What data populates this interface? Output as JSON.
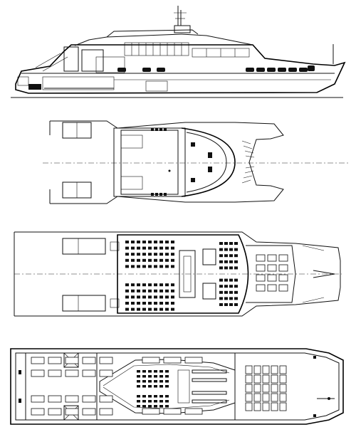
{
  "drawing": {
    "views": [
      {
        "id": "profile",
        "name": "side-elevation"
      },
      {
        "id": "upper-deck",
        "name": "upper-deck-plan"
      },
      {
        "id": "passenger-deck",
        "name": "passenger-deck-plan"
      },
      {
        "id": "car-deck",
        "name": "car-deck-plan"
      }
    ],
    "line_color": "#111111",
    "background": "#ffffff"
  }
}
